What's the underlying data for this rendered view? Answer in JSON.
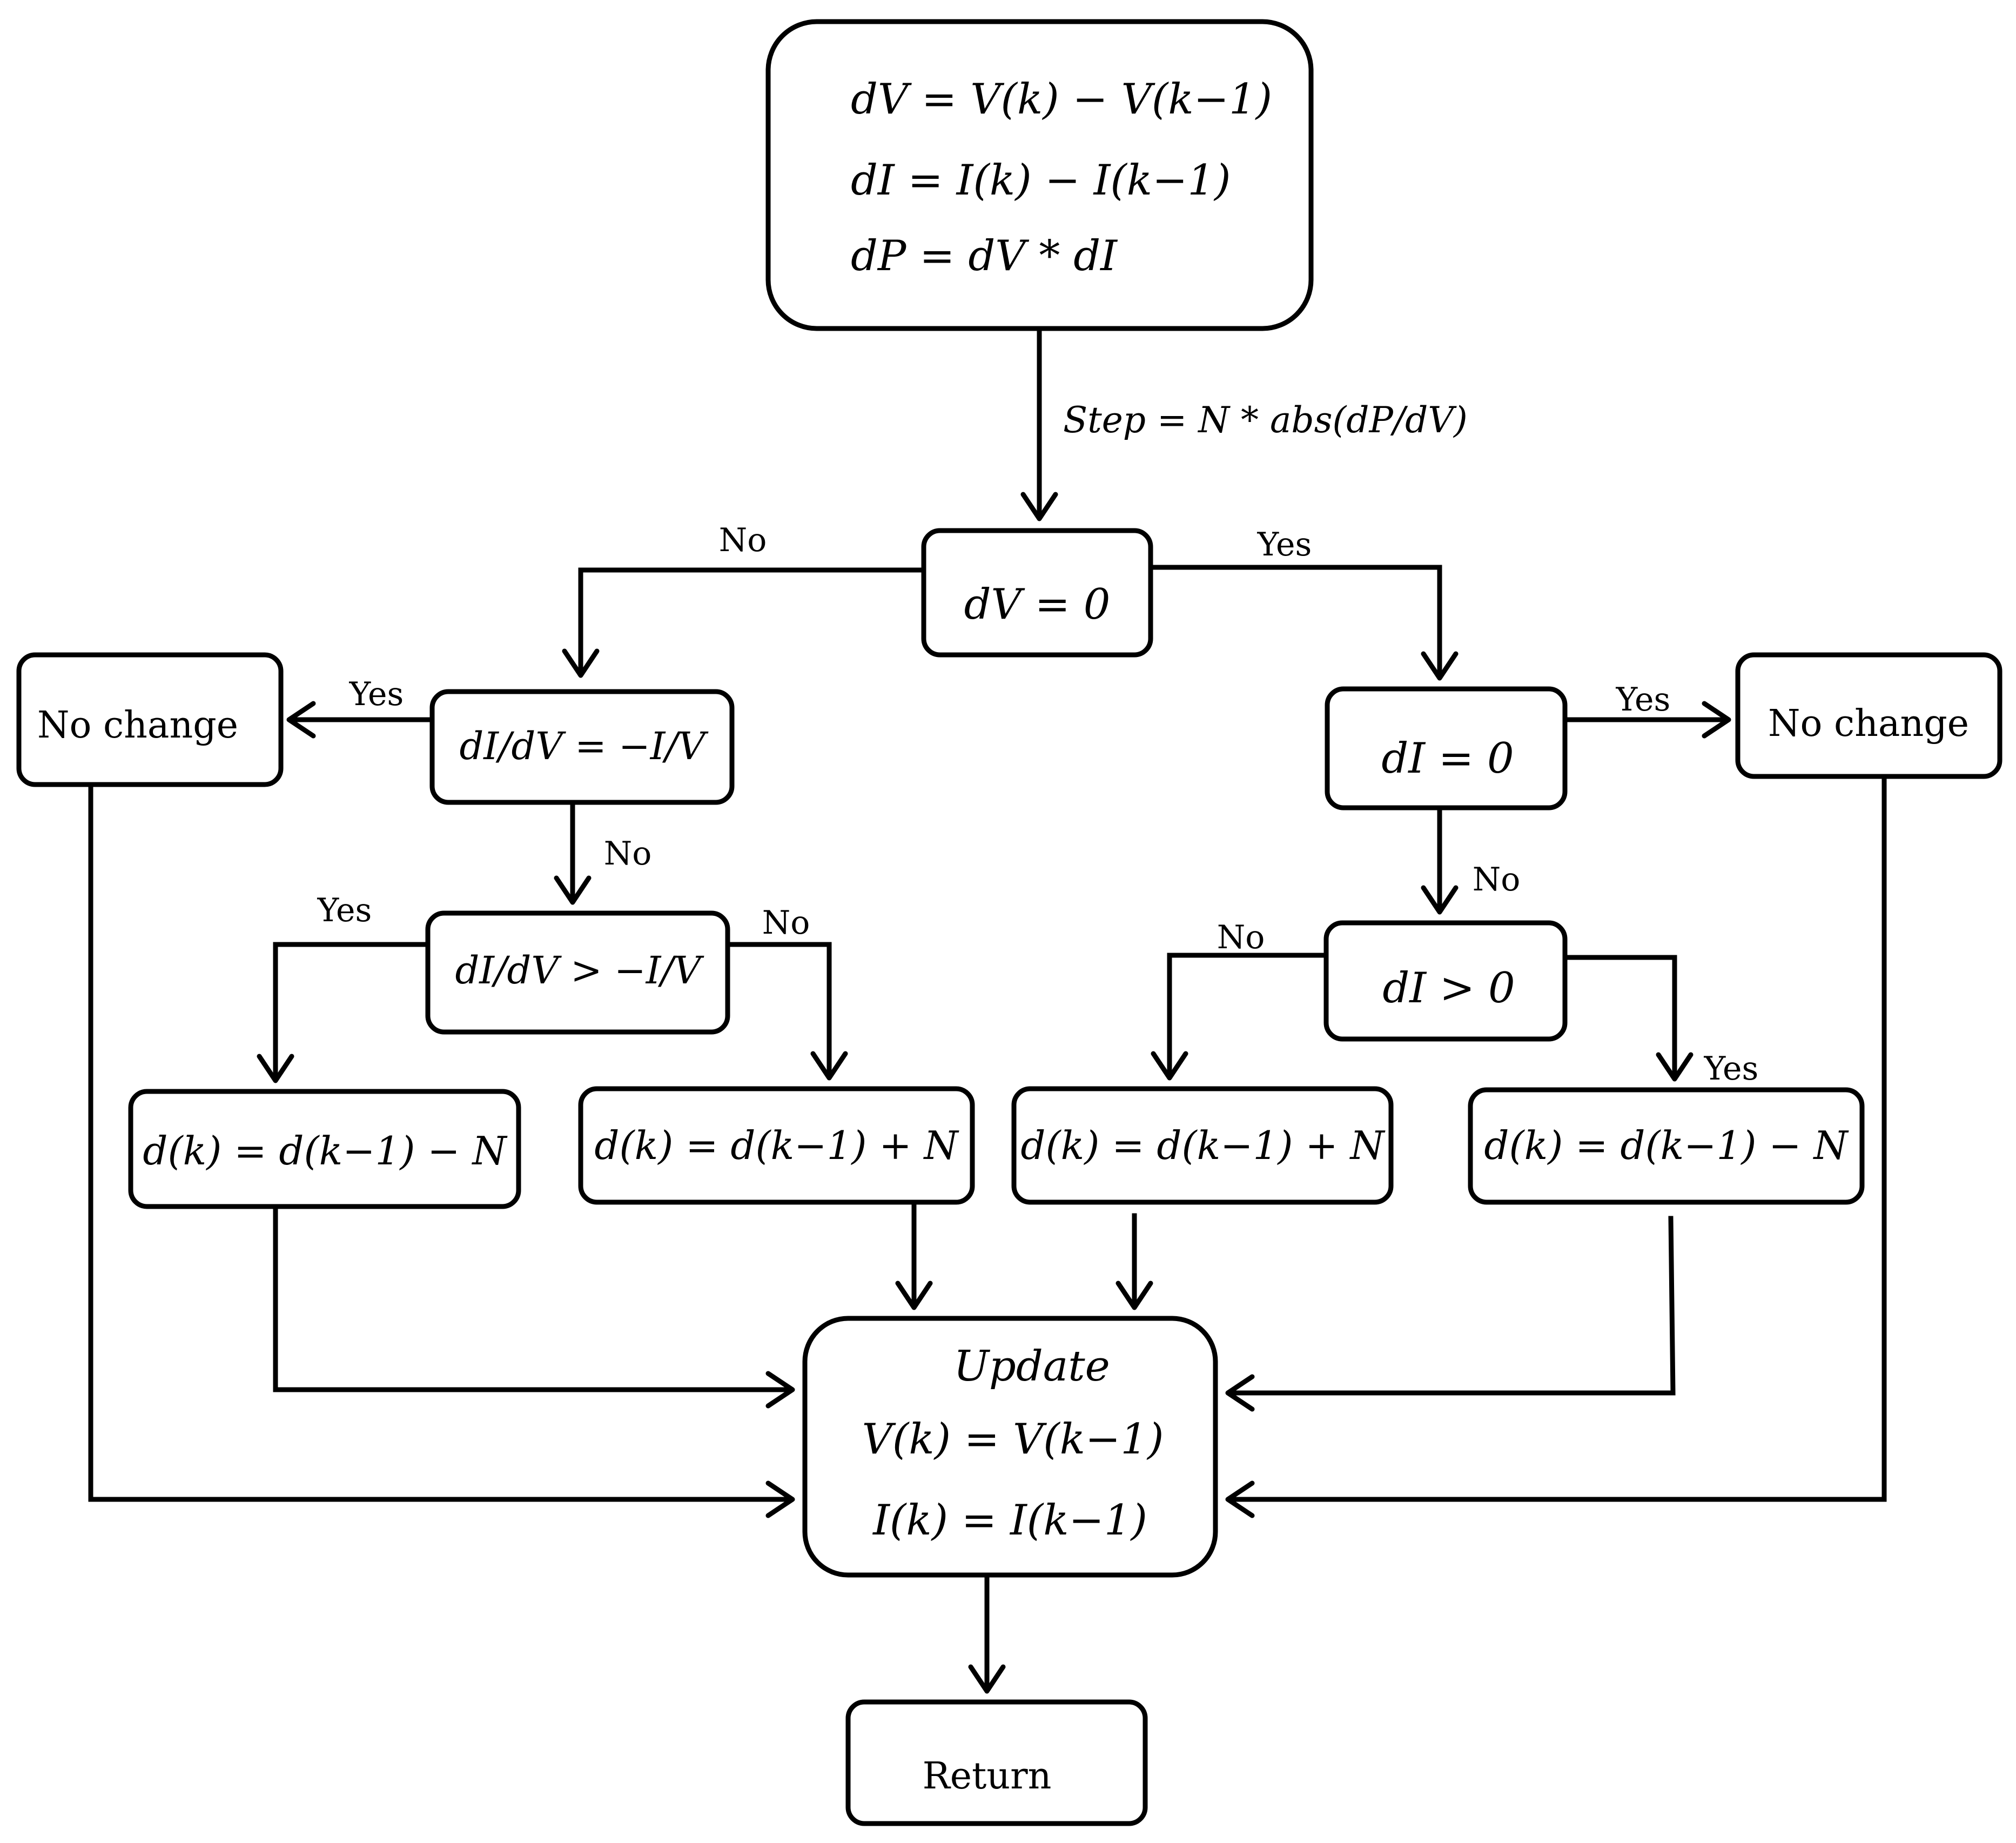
{
  "nodes": {
    "compute": {
      "line1": "dV = V(k) − V(k−1)",
      "line2": "dI = I(k) − I(k−1)",
      "line3": "dP = dV * dI"
    },
    "step_label": "Step = N * abs(dP/dV)",
    "dv_zero": "dV = 0",
    "left_cond1": "dI/dV = −I/V",
    "left_cond2": "dI/dV > −I/V",
    "left_nochange": "No change",
    "left_dec": "d(k) = d(k−1) − N",
    "left_inc": "d(k) = d(k−1) + N",
    "right_cond1": "dI = 0",
    "right_cond2": "dI > 0",
    "right_nochange": "No change",
    "right_inc": "d(k) = d(k−1) + N",
    "right_dec": "d(k) = d(k−1) − N",
    "update": {
      "title": "Update",
      "line1": "V(k) = V(k−1)",
      "line2": "I(k) = I(k−1)"
    },
    "return": "Return"
  },
  "labels": {
    "dv_no": "No",
    "dv_yes": "Yes",
    "lc1_yes": "Yes",
    "lc1_no": "No",
    "lc2_yes": "Yes",
    "lc2_no": "No",
    "rc1_yes": "Yes",
    "rc1_no": "No",
    "rc2_no": "No",
    "rc2_yes": "Yes"
  }
}
